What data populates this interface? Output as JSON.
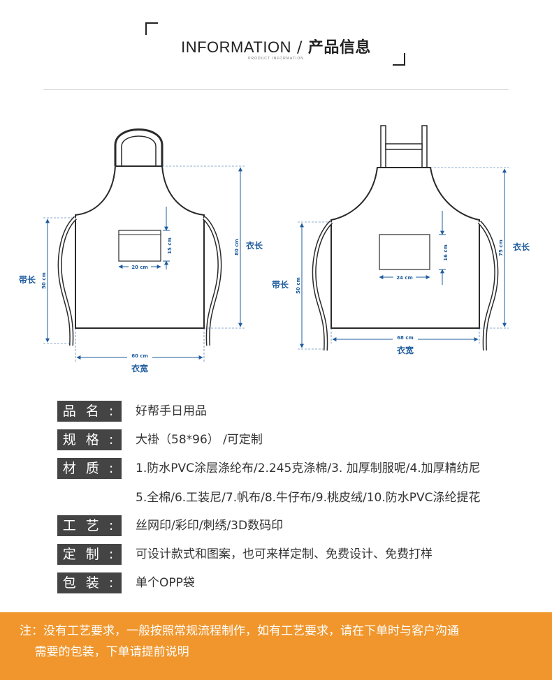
{
  "header": {
    "title_en": "INFORMATION",
    "title_slash": "/",
    "title_cn": "产品信息",
    "subtitle": "PRODUCT INFORMATION"
  },
  "diagram": {
    "left_apron": {
      "pocket_height": "15 cm",
      "pocket_width": "20 cm",
      "body_length": "80 cm",
      "body_length_label": "衣长",
      "strap_length": "50 cm",
      "strap_length_label": "带长",
      "body_width": "60 cm",
      "body_width_label": "衣宽"
    },
    "right_apron": {
      "pocket_height": "16 cm",
      "pocket_width": "24 cm",
      "body_length": "75 cm",
      "body_length_label": "衣长",
      "strap_length": "50 cm",
      "strap_length_label": "带长",
      "body_width": "68 cm",
      "body_width_label": "衣宽"
    }
  },
  "specs": {
    "name": {
      "key": "品 名 :",
      "value": "好帮手日用品"
    },
    "size": {
      "key": "规 格 :",
      "value": "大褂（58*96）  /可定制"
    },
    "material": {
      "key": "材 质 :",
      "value_line1": "1.防水PVC涂层涤纶布/2.245克涤棉/3. 加厚制服呢/4.加厚精纺尼",
      "value_line2": "5.全棉/6.工装尼/7.帆布/8.牛仔布/9.桃皮绒/10.防水PVC涤纶提花"
    },
    "craft": {
      "key": "工 艺 :",
      "value": "丝网印/彩印/刺绣/3D数码印"
    },
    "custom": {
      "key": "定 制 :",
      "value": "可设计款式和图案，也可来样定制、免费设计、免费打样"
    },
    "package": {
      "key": "包 装 :",
      "value": "单个OPP袋"
    }
  },
  "footer": {
    "note_line1": "注：没有工艺要求，一般按照常规流程制作，如有工艺要求，请在下单时与客户沟通",
    "note_line2": "    需要的包装，下单请提前说明"
  },
  "colors": {
    "accent": "#f0962c",
    "dimension": "#1e5c9e",
    "key_bg": "#444444"
  }
}
